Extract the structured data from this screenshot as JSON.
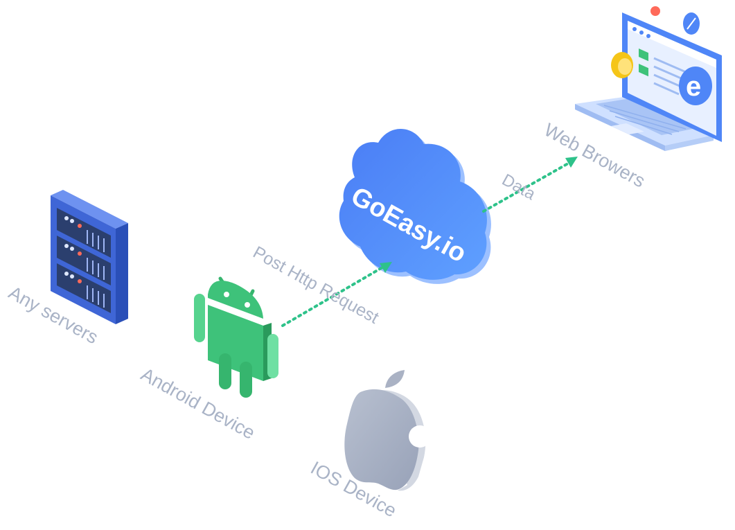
{
  "diagram": {
    "nodes": {
      "servers": {
        "label": "Any servers",
        "icon": "server-rack-icon"
      },
      "android": {
        "label": "Android Device",
        "icon": "android-robot-icon"
      },
      "ios": {
        "label": "IOS Device",
        "icon": "apple-logo-icon"
      },
      "cloud": {
        "label": "GoEasy.io",
        "icon": "cloud-icon"
      },
      "web": {
        "label": "Web Browers",
        "icon": "laptop-browser-icon"
      }
    },
    "edges": [
      {
        "from": "android",
        "to": "cloud",
        "label": "Post Http Request",
        "style": "dotted-arrow"
      },
      {
        "from": "cloud",
        "to": "web",
        "label": "Data",
        "style": "dotted-arrow"
      }
    ]
  },
  "colors": {
    "server_blue": "#3f66d6",
    "android_green": "#3ec27a",
    "apple_gray": "#aab2c4",
    "cloud_blue": "#4f86f7",
    "arrow_green": "#2ec28a",
    "label_gray": "#a9b3c6"
  }
}
